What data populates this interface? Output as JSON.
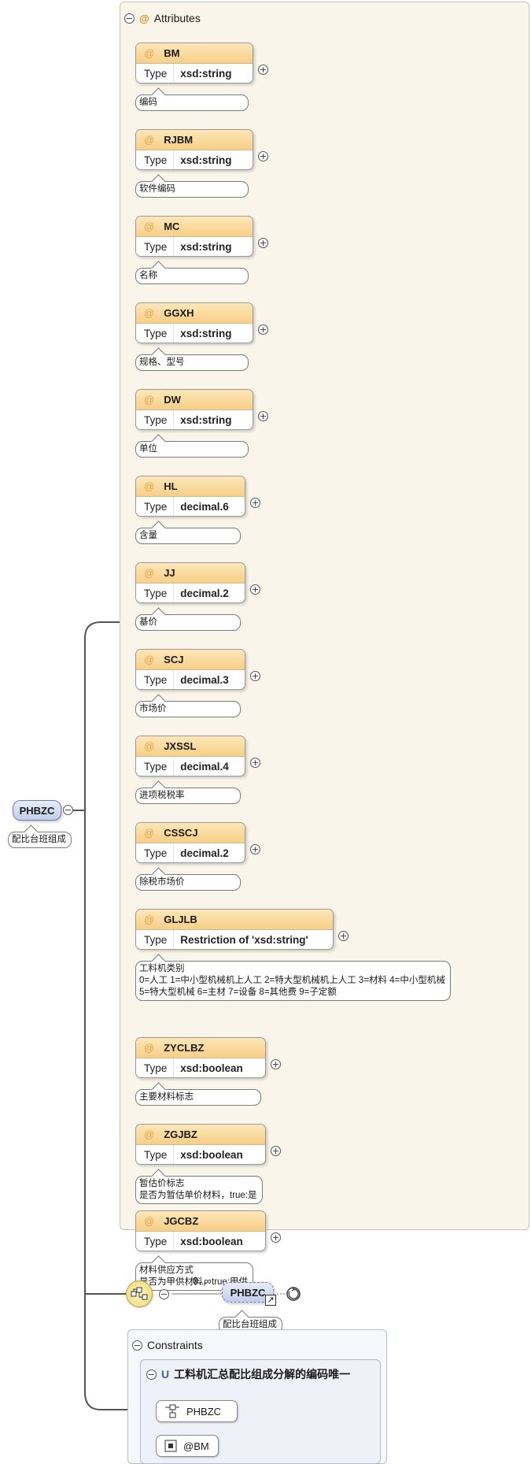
{
  "attributes_panel": {
    "title": "Attributes",
    "type_label": "Type"
  },
  "attributes": [
    {
      "name": "BM",
      "type": "xsd:string",
      "doc": [
        "编码"
      ]
    },
    {
      "name": "RJBM",
      "type": "xsd:string",
      "doc": [
        "软件编码"
      ]
    },
    {
      "name": "MC",
      "type": "xsd:string",
      "doc": [
        "名称"
      ]
    },
    {
      "name": "GGXH",
      "type": "xsd:string",
      "doc": [
        "规格、型号"
      ]
    },
    {
      "name": "DW",
      "type": "xsd:string",
      "doc": [
        "单位"
      ]
    },
    {
      "name": "HL",
      "type": "decimal.6",
      "doc": [
        "含量"
      ]
    },
    {
      "name": "JJ",
      "type": "decimal.2",
      "doc": [
        "基价"
      ]
    },
    {
      "name": "SCJ",
      "type": "decimal.3",
      "doc": [
        "市场价"
      ]
    },
    {
      "name": "JXSSL",
      "type": "decimal.4",
      "doc": [
        "进项税税率"
      ]
    },
    {
      "name": "CSSCJ",
      "type": "decimal.2",
      "doc": [
        "除税市场价"
      ]
    },
    {
      "name": "GLJLB",
      "type": "Restriction of 'xsd:string'",
      "doc": [
        "工料机类别",
        "0=人工 1=中小型机械机上人工 2=特大型机械机上人工 3=材料 4=中小型机械",
        "5=特大型机械 6=主材 7=设备 8=其他费 9=子定额"
      ]
    },
    {
      "name": "ZYCLBZ",
      "type": "xsd:boolean",
      "doc": [
        "主要材料标志"
      ]
    },
    {
      "name": "ZGJBZ",
      "type": "xsd:boolean",
      "doc": [
        "暂估价标志",
        "是否为暂估单价材料，true:是"
      ]
    },
    {
      "name": "JGCBZ",
      "type": "xsd:boolean",
      "doc": [
        "材料供应方式",
        "是否为甲供材料，true:甲供"
      ]
    }
  ],
  "root_element": {
    "name": "PHBZC",
    "doc": "配比台班组成"
  },
  "child_element": {
    "name": "PHBZC",
    "occurs": "0..∞",
    "doc": "配比台班组成"
  },
  "constraints": {
    "title": "Constraints",
    "unique_marker": "U",
    "unique_name": "工料机汇总配比组成分解的编码唯一",
    "selector": "PHBZC",
    "field": "@BM"
  },
  "icons": [
    "collapse-icon",
    "expand-icon",
    "sequence-icon",
    "reference-arrow-icon",
    "recursion-icon",
    "selector-icon",
    "field-icon"
  ],
  "colors": {
    "attr_header": "#f8cf88",
    "element_fill": "#c3cdea",
    "panel_bg": "#faf5ea"
  }
}
